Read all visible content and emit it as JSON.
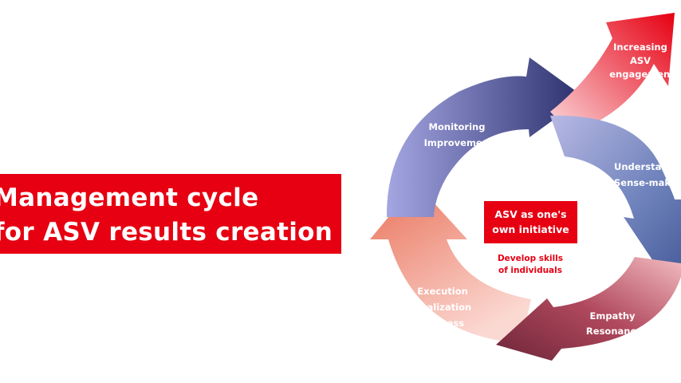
{
  "title": {
    "line1": "Management cycle",
    "line2": "for ASV results creation"
  },
  "center": {
    "box_line1": "ASV as one's",
    "box_line2": "own initiative",
    "sub_line1": "Develop skills",
    "sub_line2": "of individuals"
  },
  "stages": {
    "monitoring": [
      "Monitoring",
      "Improvement"
    ],
    "understanding": [
      "Understanding",
      "Sense-making"
    ],
    "empathy": [
      "Empathy",
      "Resonance"
    ],
    "execution": [
      "Execution",
      "Realization",
      "Process"
    ],
    "increasing": [
      "Increasing",
      "ASV",
      "engagement"
    ]
  },
  "colors": {
    "accent_red": "#e60012",
    "monitoring": "#2e3370",
    "understanding": "#5f78b3",
    "empathy": "#8a2f45",
    "execution": "#ef7a5a"
  }
}
